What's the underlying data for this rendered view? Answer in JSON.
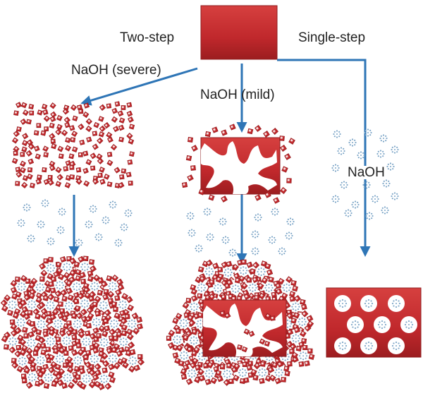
{
  "labels": {
    "two_step": "Two-step",
    "single_step": "Single-step",
    "naoh_severe": "NaOH (severe)",
    "naoh_mild": "NaOH (mild)",
    "naoh": "NaOH"
  },
  "colors": {
    "block": "#c0282c",
    "block_dark": "#8e1a1c",
    "arrow": "#2e75b6",
    "particle": "#7fa7c8"
  }
}
